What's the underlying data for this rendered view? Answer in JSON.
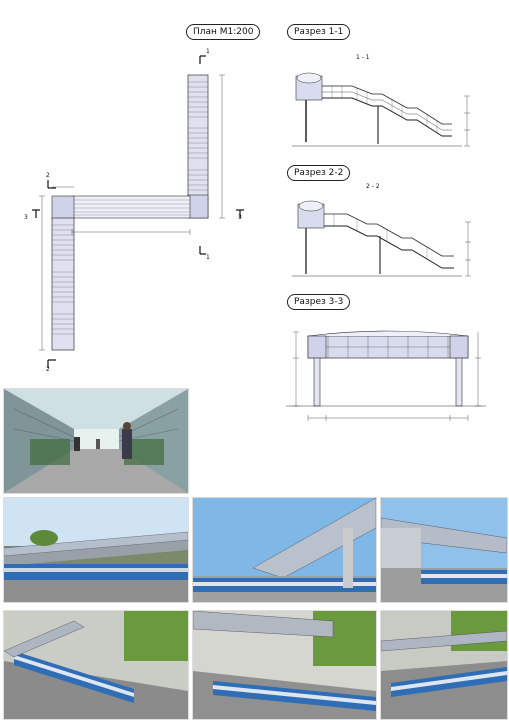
{
  "titles": {
    "plan": "План М1:200",
    "section1": "Разрез 1-1",
    "section2": "Разрез 2-2",
    "section3": "Разрез 3-3"
  },
  "section_labels": {
    "s1": "1 - 1",
    "s2": "2 - 2"
  },
  "cut_marks": {
    "c1": "1",
    "c2": "2",
    "c3": "3"
  },
  "colors": {
    "line": "#333333",
    "deck_fill": "#d9dcef",
    "sky": "#7fb8e6",
    "grass": "#6b9a3e",
    "train_blue": "#2f6db5"
  },
  "photos": [
    {
      "name": "interior-walkway-render"
    },
    {
      "name": "render-side-view"
    },
    {
      "name": "render-low-angle"
    },
    {
      "name": "render-end-tower"
    },
    {
      "name": "render-aerial-left"
    },
    {
      "name": "render-aerial-center"
    },
    {
      "name": "render-aerial-right"
    }
  ]
}
